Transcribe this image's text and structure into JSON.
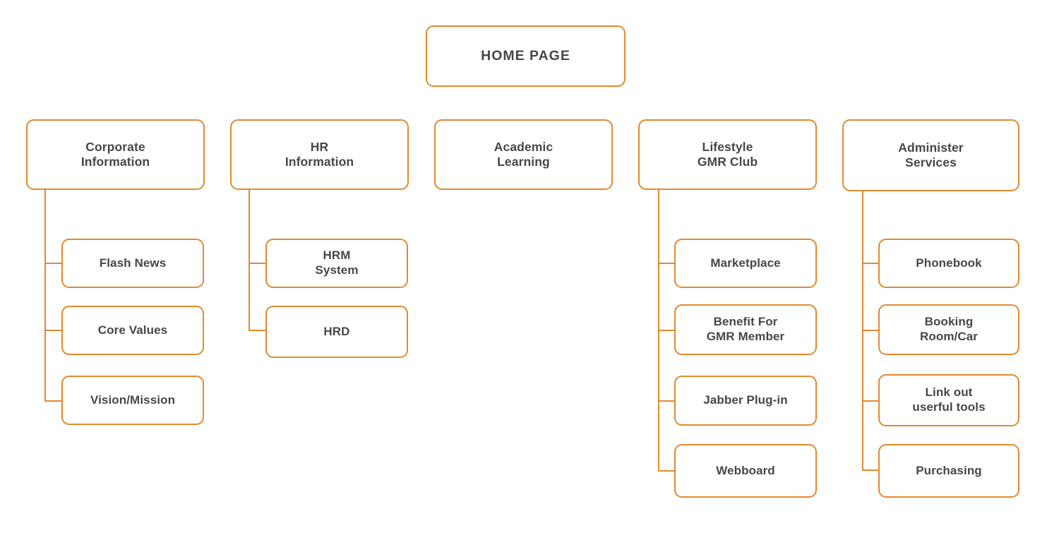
{
  "diagram": {
    "title": "Site map / information architecture",
    "background_color": "#ffffff",
    "accent_color": "#e08a30",
    "text_color": "#474747"
  },
  "root": {
    "label": "HOME PAGE"
  },
  "columns": [
    {
      "id": "corporate-information",
      "parent": {
        "label": "Corporate\nInformation"
      },
      "children": [
        {
          "label": "Flash News"
        },
        {
          "label": "Core Values"
        },
        {
          "label": "Vision/Mission"
        }
      ]
    },
    {
      "id": "hr-information",
      "parent": {
        "label": "HR\nInformation"
      },
      "children": [
        {
          "label": "HRM\nSystem"
        },
        {
          "label": "HRD"
        }
      ]
    },
    {
      "id": "academic-learning",
      "parent": {
        "label": "Academic\nLearning"
      },
      "children": []
    },
    {
      "id": "lifestyle-gmr-club",
      "parent": {
        "label": "Lifestyle\nGMR Club"
      },
      "children": [
        {
          "label": "Marketplace"
        },
        {
          "label": "Benefit For\nGMR Member"
        },
        {
          "label": "Jabber Plug-in"
        },
        {
          "label": "Webboard"
        }
      ]
    },
    {
      "id": "administer-services",
      "parent": {
        "label": "Administer\nServices"
      },
      "children": [
        {
          "label": "Phonebook"
        },
        {
          "label": "Booking\nRoom/Car"
        },
        {
          "label": "Link out\nuserful tools"
        },
        {
          "label": "Purchasing"
        }
      ]
    }
  ]
}
